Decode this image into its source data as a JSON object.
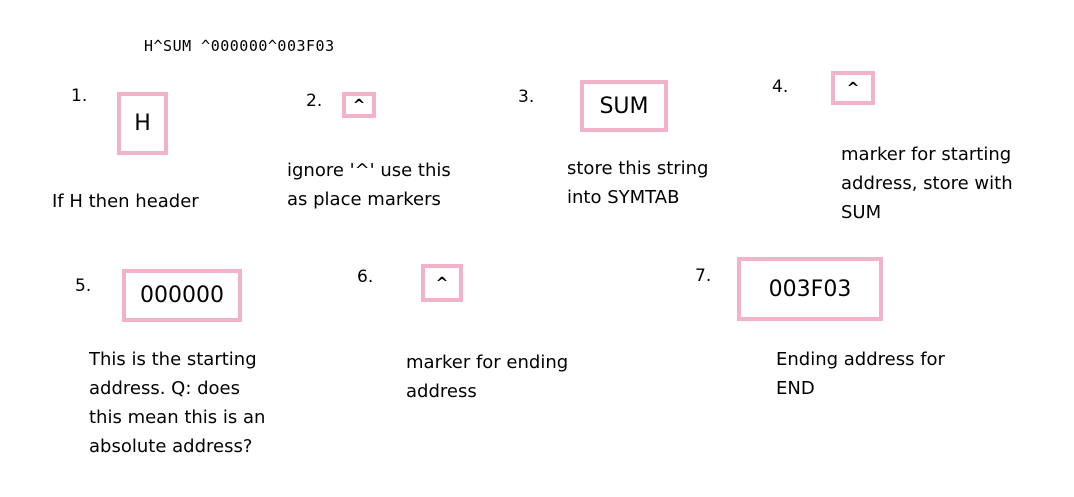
{
  "record": "H^SUM ^000000^003F03",
  "accent_color": "#f2b3c8",
  "steps": [
    {
      "number": "1.",
      "box": "H",
      "note": [
        "If H then header"
      ]
    },
    {
      "number": "2.",
      "box": "^",
      "note": [
        "ignore '^' use this",
        "as place markers"
      ]
    },
    {
      "number": "3.",
      "box": "SUM",
      "note": [
        "store this string",
        "into SYMTAB"
      ]
    },
    {
      "number": "4.",
      "box": "^",
      "note": [
        "marker for starting",
        "address, store with",
        "SUM"
      ]
    },
    {
      "number": "5.",
      "box": "000000",
      "note": [
        "This is the starting",
        "address. Q: does",
        "this mean this is an",
        "absolute address?"
      ]
    },
    {
      "number": "6.",
      "box": "^",
      "note": [
        "marker for ending",
        "address"
      ]
    },
    {
      "number": "7.",
      "box": "003F03",
      "note": [
        "Ending address for",
        "END"
      ]
    }
  ]
}
